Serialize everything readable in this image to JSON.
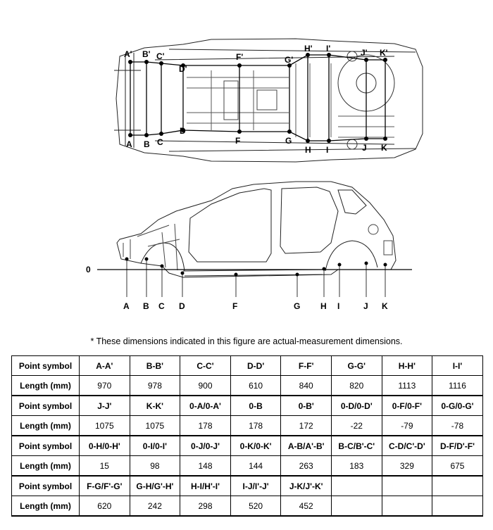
{
  "figure": {
    "bottom_view": {
      "primed_points": [
        "A'",
        "B'",
        "C'",
        "D'",
        "F'",
        "G'",
        "H'",
        "I'",
        "J'",
        "K'"
      ],
      "points": [
        "A",
        "B",
        "C",
        "D",
        "F",
        "G",
        "H",
        "I",
        "J",
        "K"
      ]
    },
    "side_view": {
      "zero_label": "0",
      "points": [
        "A",
        "B",
        "C",
        "D",
        "F",
        "G",
        "H",
        "I",
        "J",
        "K"
      ]
    }
  },
  "note": "* These dimensions indicated in this figure are actual-measurement dimensions.",
  "table": {
    "header_symbol": "Point symbol",
    "header_length": "Length (mm)",
    "groups": [
      {
        "symbols": [
          "A-A'",
          "B-B'",
          "C-C'",
          "D-D'",
          "F-F'",
          "G-G'",
          "H-H'",
          "I-I'"
        ],
        "lengths": [
          "970",
          "978",
          "900",
          "610",
          "840",
          "820",
          "1113",
          "1116"
        ]
      },
      {
        "symbols": [
          "J-J'",
          "K-K'",
          "0-A/0-A'",
          "0-B",
          "0-B'",
          "0-D/0-D'",
          "0-F/0-F'",
          "0-G/0-G'"
        ],
        "lengths": [
          "1075",
          "1075",
          "178",
          "178",
          "172",
          "-22",
          "-79",
          "-78"
        ]
      },
      {
        "symbols": [
          "0-H/0-H'",
          "0-I/0-I'",
          "0-J/0-J'",
          "0-K/0-K'",
          "A-B/A'-B'",
          "B-C/B'-C'",
          "C-D/C'-D'",
          "D-F/D'-F'"
        ],
        "lengths": [
          "15",
          "98",
          "148",
          "144",
          "263",
          "183",
          "329",
          "675"
        ]
      },
      {
        "symbols": [
          "F-G/F'-G'",
          "G-H/G'-H'",
          "H-I/H'-I'",
          "I-J/I'-J'",
          "J-K/J'-K'",
          "",
          "",
          ""
        ],
        "lengths": [
          "620",
          "242",
          "298",
          "520",
          "452",
          "",
          "",
          ""
        ]
      }
    ]
  }
}
